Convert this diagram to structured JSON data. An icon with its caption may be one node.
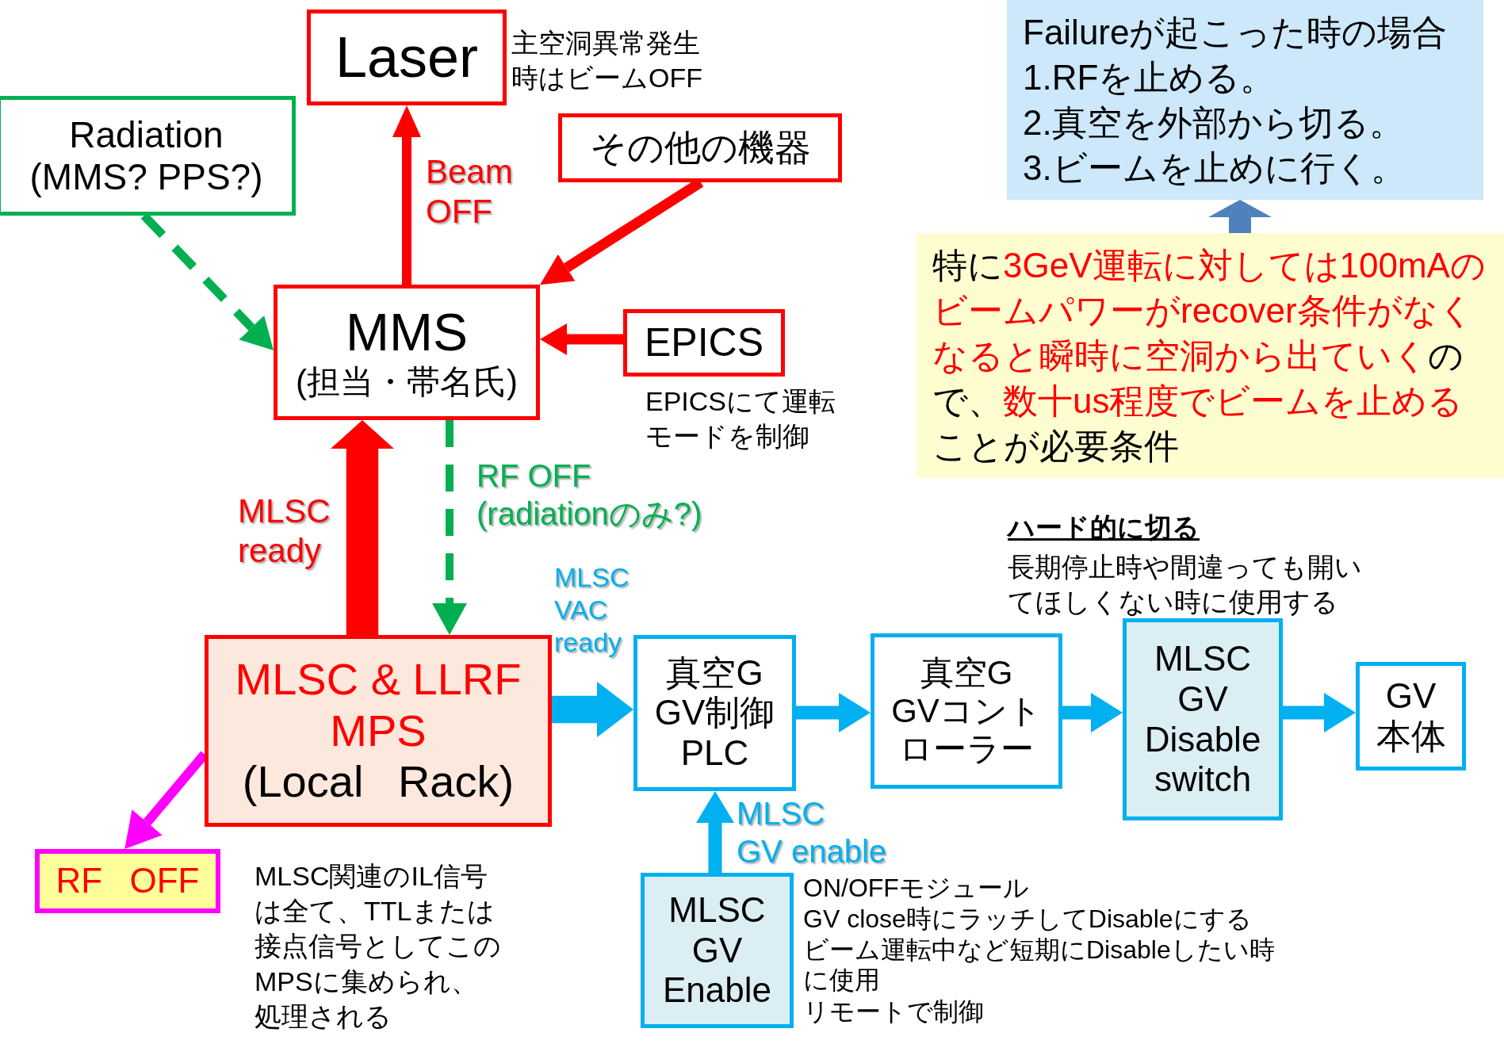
{
  "diagram": {
    "nodes": [
      {
        "text": [
          "Laser"
        ],
        "beside": [
          "主空洞異常発生時はビームOFF"
        ]
      },
      {
        "text": [
          "Radiation (MMS? PPS?)"
        ]
      },
      {
        "text": [
          "その他の機器"
        ]
      },
      {
        "text": [
          "MMS",
          "(担当・帯名氏)"
        ]
      },
      {
        "text": [
          "EPICS"
        ],
        "beside": [
          "EPICSにて運転モードを制御"
        ]
      },
      {
        "text": [
          "MLSC & LLRF MPS",
          "(Local Rack)"
        ],
        "beside": [
          "MLSC関連のIL信号は全て、TTLまたは接点信号としてこのMPSに集められ、処理される"
        ]
      },
      {
        "text": [
          "RF OFF"
        ]
      },
      {
        "text": [
          "真空G GV制御 PLC"
        ]
      },
      {
        "text": [
          "真空G GVコントローラー"
        ]
      },
      {
        "text": [
          "MLSC GV Disable switch"
        ],
        "beside": [
          "ハード的に切る",
          "長期停止時や間違っても開いてほしくない時に使用する"
        ]
      },
      {
        "text": [
          "GV 本体"
        ]
      },
      {
        "text": [
          "MLSC GV Enable"
        ],
        "beside": [
          "ON/OFFモジュール",
          "GV close時にラッチしてDisableにする",
          "ビーム運転中など短期にDisableしたい時に使用",
          "リモートで制御"
        ]
      },
      {
        "text": [
          "Failureが起こった時の場合",
          "1.RFを止める。",
          "2.真空を外部から切る。",
          "3.ビームを止めに行く。"
        ]
      },
      {
        "text": [
          "特に**3GeV運転に対しては100mAのビームパワーがrecover条件がなくなると瞬時に空洞から出ていく**ので、**数十us程度でビームを止める**ことが必要条件"
        ]
      }
    ],
    "edges": [
      {
        "from": 3,
        "to": 0,
        "arrow": "to",
        "label": "Beam OFF",
        "color": "#ff0000"
      },
      {
        "from": 1,
        "to": 3,
        "arrow": "to",
        "style": "dashed",
        "color": "#00b050"
      },
      {
        "from": 2,
        "to": 3,
        "arrow": "to",
        "color": "#ff0000"
      },
      {
        "from": 4,
        "to": 3,
        "arrow": "to",
        "color": "#ff0000"
      },
      {
        "from": 5,
        "to": 3,
        "arrow": "to",
        "label": "MLSC ready",
        "style": "thick",
        "color": "#ff0000"
      },
      {
        "from": 3,
        "to": 5,
        "arrow": "to",
        "label": "RF OFF (radiationのみ?)",
        "style": "dashed",
        "color": "#00b050"
      },
      {
        "from": 5,
        "to": 7,
        "arrow": "to",
        "label": "MLSC VAC ready",
        "style": "thick",
        "color": "#00b0f0"
      },
      {
        "from": 7,
        "to": 8,
        "arrow": "to",
        "color": "#00b0f0"
      },
      {
        "from": 8,
        "to": 9,
        "arrow": "to",
        "color": "#00b0f0"
      },
      {
        "from": 9,
        "to": 10,
        "arrow": "to",
        "color": "#00b0f0"
      },
      {
        "from": 11,
        "to": 7,
        "arrow": "to",
        "label": "MLSC GV enable",
        "color": "#00b0f0"
      },
      {
        "from": 5,
        "to": 6,
        "arrow": "to",
        "color": "#ff00ff"
      },
      {
        "from": 13,
        "to": 12,
        "arrow": "to",
        "color": "#4f81bd"
      }
    ]
  }
}
